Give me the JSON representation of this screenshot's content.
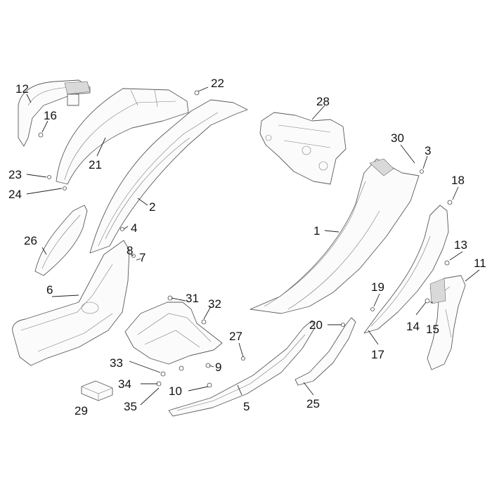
{
  "diagram": {
    "callouts": {
      "c1": "1",
      "c2": "2",
      "c3": "3",
      "c4": "4",
      "c5": "5",
      "c6": "6",
      "c7": "7",
      "c8": "8",
      "c9": "9",
      "c10": "10",
      "c11": "11",
      "c12": "12",
      "c13": "13",
      "c14": "14",
      "c15": "15",
      "c16": "16",
      "c17": "17",
      "c18": "18",
      "c19": "19",
      "c20": "20",
      "c21": "21",
      "c22": "22",
      "c23": "23",
      "c24": "24",
      "c25": "25",
      "c26": "26",
      "c27": "27",
      "c28": "28",
      "c29": "29",
      "c30": "30",
      "c31": "31",
      "c32": "32",
      "c33": "33",
      "c34": "34",
      "c35": "35"
    },
    "colors": {
      "line": "#5a5a5a",
      "text": "#111111",
      "fill": "#fbfbfb"
    }
  }
}
